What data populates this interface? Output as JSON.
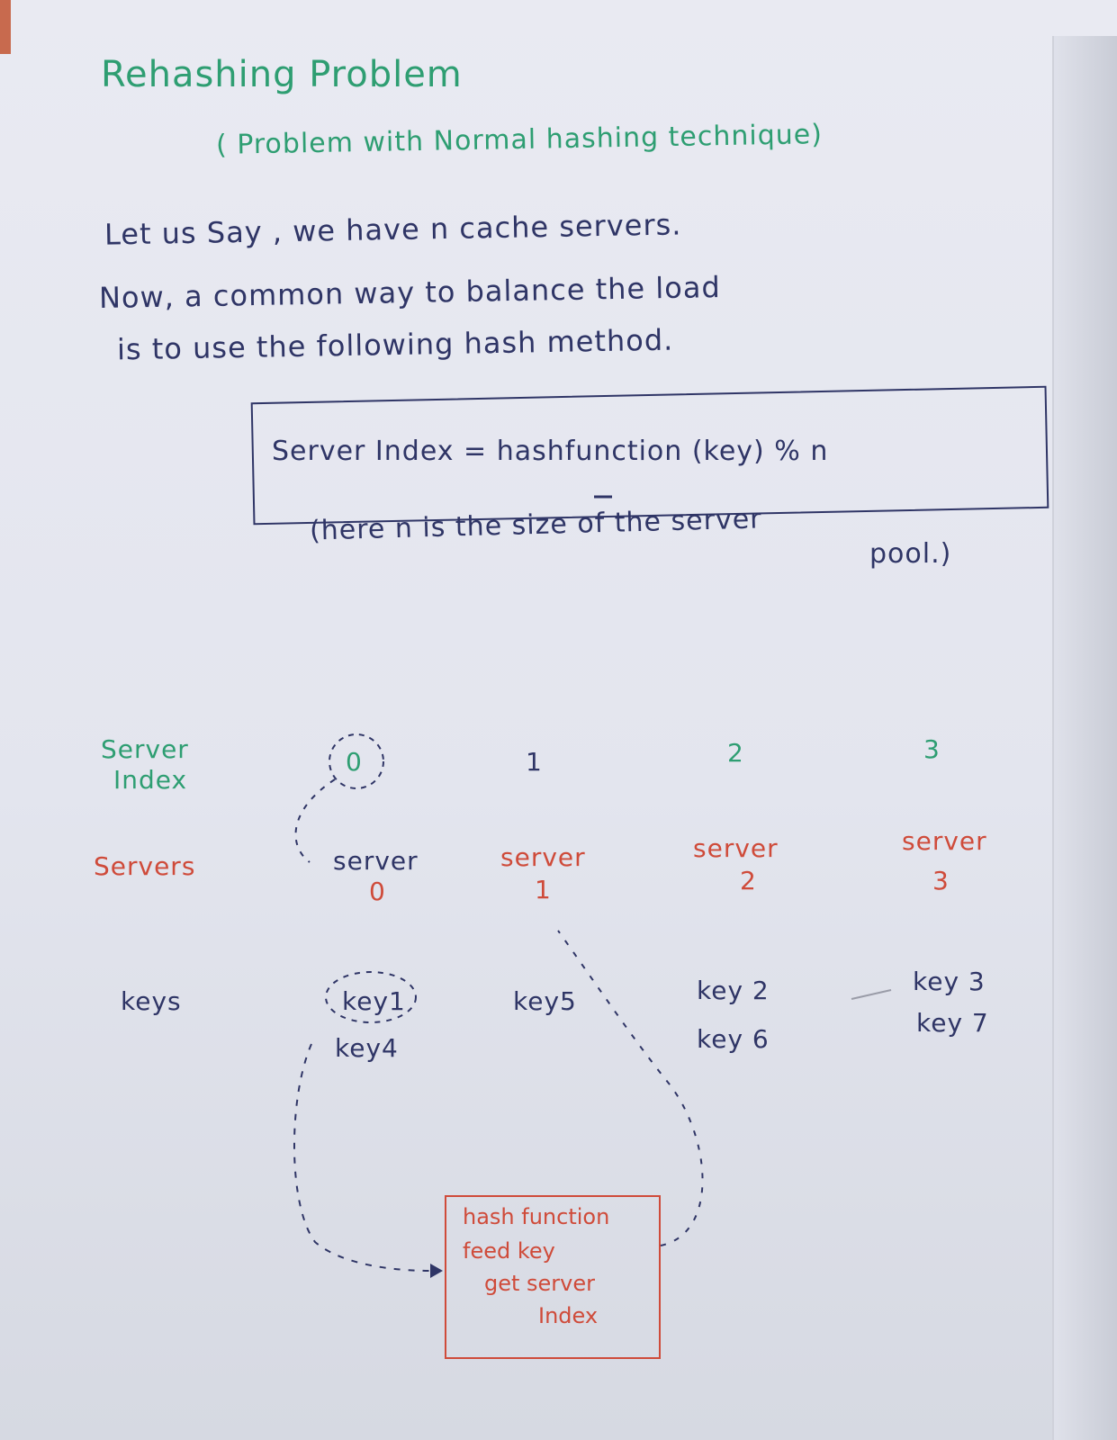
{
  "title": "Rehashing Problem",
  "subtitle": "( Problem with Normal hashing technique)",
  "paragraph": {
    "line1": "Let us Say , we have n cache servers.",
    "line2": "Now, a common way to balance the load",
    "line3": "is to use the following hash method."
  },
  "formula": "Server Index = hashfunction (key) % n",
  "note": {
    "line1": "(here n is the size of the server",
    "line2": "pool.)"
  },
  "table": {
    "row_labels": {
      "index": [
        "Server",
        "Index"
      ],
      "servers": "Servers",
      "keys": "keys"
    },
    "indices": [
      "0",
      "1",
      "2",
      "3"
    ],
    "servers": [
      {
        "name": "server",
        "number": "0"
      },
      {
        "name": "server",
        "number": "1"
      },
      {
        "name": "server",
        "number": "2"
      },
      {
        "name": "server",
        "number": "3"
      }
    ],
    "keys": [
      [
        "key1",
        "key4"
      ],
      [
        "key5"
      ],
      [
        "key 2",
        "key 6"
      ],
      [
        "key 3",
        "key 7"
      ]
    ]
  },
  "hashfunction_box": {
    "line1": "hash function",
    "line2": "feed key",
    "line3": "get server",
    "line4": "Index"
  },
  "colors": {
    "green_ink": "#2e9e72",
    "navy_ink": "#2f3566",
    "red_ink": "#cf4b3a",
    "paper": "#e6e8f0"
  }
}
